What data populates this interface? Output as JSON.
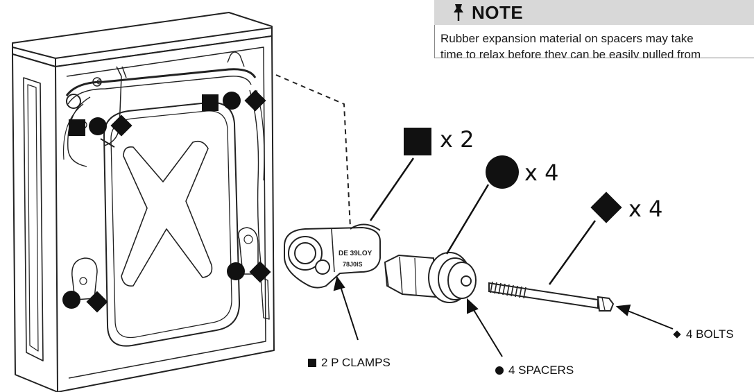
{
  "note": {
    "title": "NOTE",
    "body": "Rubber expansion material on spacers may take\ntime to relax before they can be easily pulled from\nshipping hole."
  },
  "quantities": {
    "clamps": "x 2",
    "spacers": "x 4",
    "bolts": "x 4"
  },
  "part_labels": {
    "clamps": "2 P CLAMPS",
    "spacers": "4 SPACERS",
    "bolts": "4 BOLTS"
  },
  "clamp_stamp": {
    "line1": "DE 39LOY",
    "line2": "78J0IS"
  },
  "symbols": {
    "clamps": "square",
    "spacers": "circle",
    "bolts": "diamond"
  },
  "colors": {
    "ink": "#111111",
    "note_header_bg": "#d8d8d8",
    "line_art": "#222222"
  }
}
